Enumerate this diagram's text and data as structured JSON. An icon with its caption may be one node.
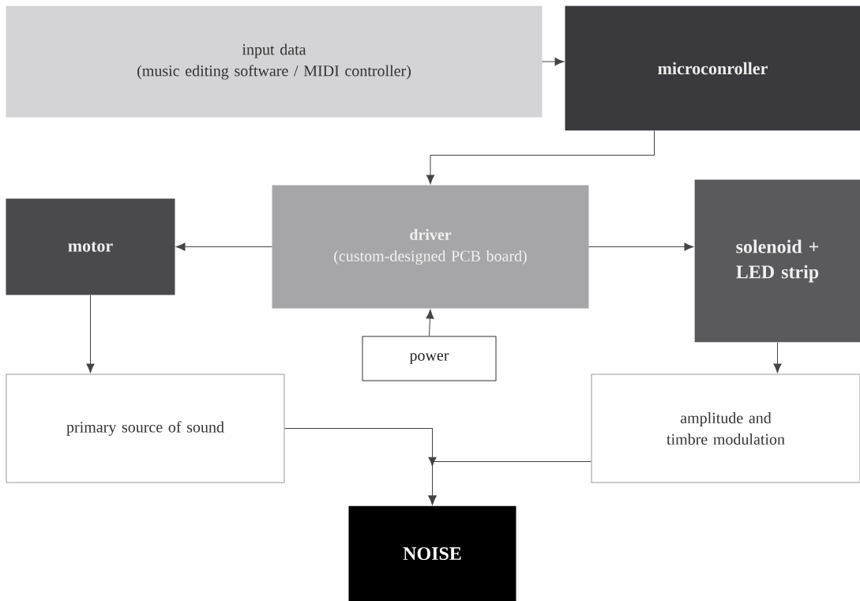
{
  "diagram": {
    "nodes": [
      {
        "text": [
          "input data",
          "(music editing software / MIDI controller)"
        ]
      },
      {
        "text": [
          "microconroller"
        ]
      },
      {
        "text": [
          "driver",
          "(custom-designed PCB board)"
        ]
      },
      {
        "text": [
          "motor"
        ]
      },
      {
        "text": [
          "solenoid + LED strip"
        ]
      },
      {
        "text": [
          "power"
        ]
      },
      {
        "text": [
          "primary source of sound"
        ]
      },
      {
        "text": [
          "amplitude and timbre modulation"
        ]
      },
      {
        "text": [
          "NOISE"
        ]
      }
    ],
    "edges": [
      {
        "from": 0,
        "to": 1,
        "arrow": "to"
      },
      {
        "from": 1,
        "to": 2,
        "arrow": "to"
      },
      {
        "from": 2,
        "to": 3,
        "arrow": "to"
      },
      {
        "from": 2,
        "to": 4,
        "arrow": "to"
      },
      {
        "from": 5,
        "to": 2,
        "arrow": "to"
      },
      {
        "from": 3,
        "to": 6,
        "arrow": "to"
      },
      {
        "from": 4,
        "to": 7,
        "arrow": "to"
      },
      {
        "from": 6,
        "to": 8,
        "arrow": "to"
      },
      {
        "from": 7,
        "to": 8,
        "arrow": "to"
      }
    ]
  }
}
